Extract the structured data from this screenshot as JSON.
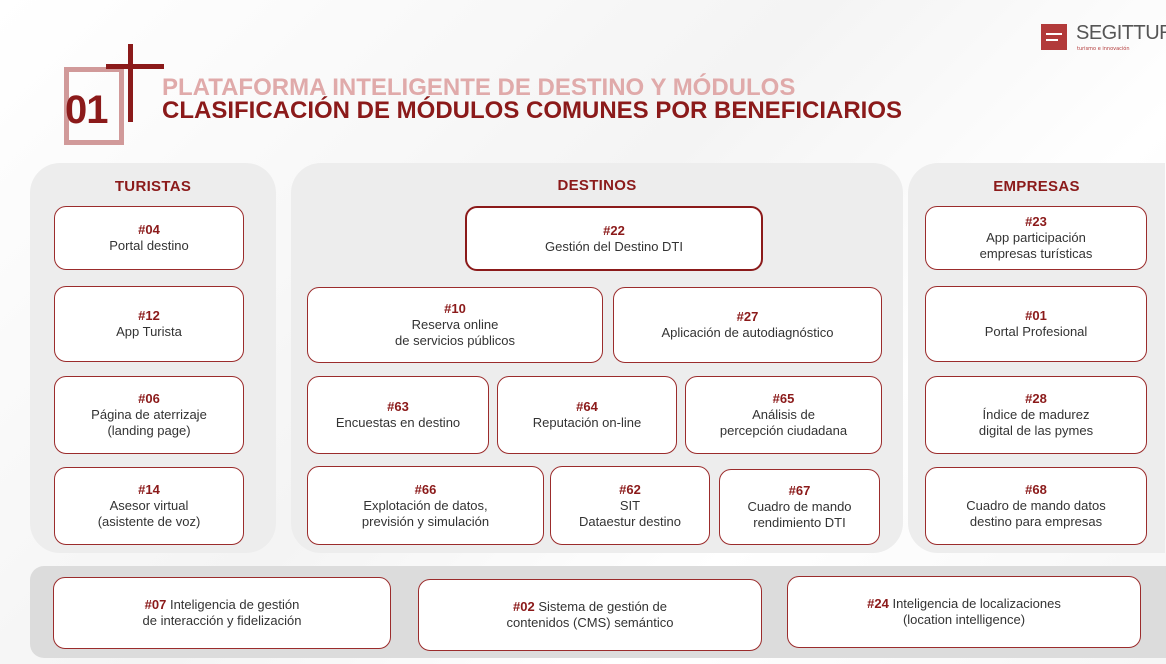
{
  "header": {
    "section_number": "01",
    "title_top": "PLATAFORMA INTELIGENTE DE DESTINO Y MÓDULOS",
    "title_main": "CLASIFICACIÓN DE MÓDULOS COMUNES POR BENEFICIARIOS"
  },
  "logo": {
    "name": "SEGITTUR",
    "tagline": "turismo e innovación"
  },
  "groups": {
    "turistas": {
      "title": "TURISTAS",
      "modules": [
        {
          "code": "#04",
          "lines": [
            "Portal destino"
          ]
        },
        {
          "code": "#12",
          "lines": [
            "App Turista"
          ]
        },
        {
          "code": "#06",
          "lines": [
            "Página de aterrizaje",
            "(landing page)"
          ]
        },
        {
          "code": "#14",
          "lines": [
            "Asesor virtual",
            "(asistente de voz)"
          ]
        }
      ]
    },
    "destinos": {
      "title": "DESTINOS",
      "modules": [
        {
          "code": "#22",
          "lines": [
            "Gestión del Destino DTI"
          ]
        },
        {
          "code": "#10",
          "lines": [
            "Reserva online",
            "de servicios públicos"
          ]
        },
        {
          "code": "#27",
          "lines": [
            "Aplicación de autodiagnóstico"
          ]
        },
        {
          "code": "#63",
          "lines": [
            "Encuestas en destino"
          ]
        },
        {
          "code": "#64",
          "lines": [
            "Reputación on-line"
          ]
        },
        {
          "code": "#65",
          "lines": [
            "Análisis de",
            "percepción ciudadana"
          ]
        },
        {
          "code": "#66",
          "lines": [
            "Explotación de datos,",
            "previsión y simulación"
          ]
        },
        {
          "code": "#62",
          "lines": [
            "SIT",
            "Dataestur destino"
          ]
        },
        {
          "code": "#67",
          "lines": [
            "Cuadro de mando",
            "rendimiento DTI"
          ]
        }
      ]
    },
    "empresas": {
      "title": "EMPRESAS",
      "modules": [
        {
          "code": "#23",
          "lines": [
            "App participación",
            "empresas turísticas"
          ]
        },
        {
          "code": "#01",
          "lines": [
            "Portal Profesional"
          ]
        },
        {
          "code": "#28",
          "lines": [
            "Índice de madurez",
            "digital de las pymes"
          ]
        },
        {
          "code": "#68",
          "lines": [
            "Cuadro de mando datos",
            "destino para empresas"
          ]
        }
      ]
    }
  },
  "common": {
    "modules": [
      {
        "code": "#07",
        "lines": [
          "Inteligencia de gestión",
          "de interacción y fidelización"
        ]
      },
      {
        "code": "#02",
        "lines": [
          "Sistema de gestión de",
          "contenidos (CMS) semántico"
        ]
      },
      {
        "code": "#24",
        "lines": [
          "Inteligencia de localizaciones",
          "(location intelligence)"
        ]
      }
    ]
  }
}
